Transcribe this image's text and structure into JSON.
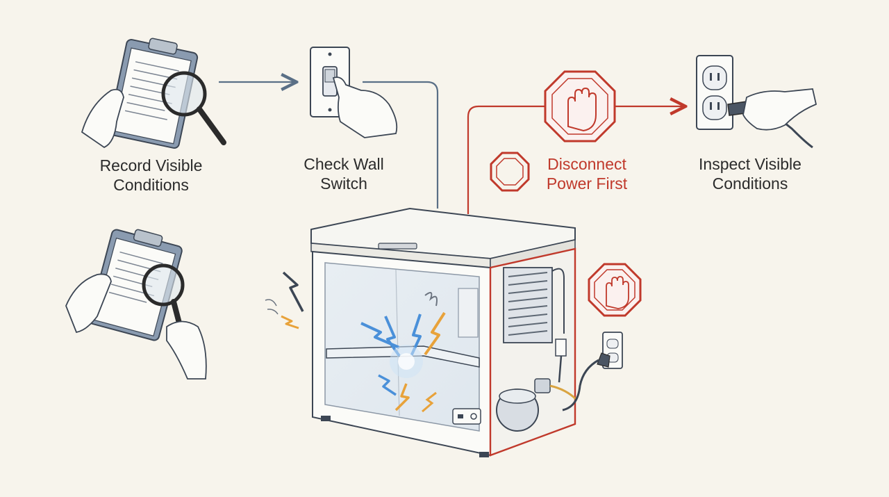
{
  "steps": [
    {
      "label": "Record Visible\nConditions",
      "icon": "clipboard-magnifier-icon"
    },
    {
      "label": "Check Wall\nSwitch",
      "icon": "wall-switch-icon"
    },
    {
      "label": "Disconnect\nPower First",
      "icon": "stop-hand-icon"
    },
    {
      "label": "Inspect Visible\nConditions",
      "icon": "outlet-plug-icon"
    }
  ],
  "colors": {
    "background": "#f7f4ec",
    "ink": "#2b2b2b",
    "warning_red": "#c0392b",
    "connector_blue": "#5a6f86",
    "spark_blue": "#4a90d9",
    "spark_orange": "#e8a23a"
  },
  "icons": [
    "clipboard-magnifier-icon",
    "wall-switch-icon",
    "stop-hand-icon",
    "outlet-plug-icon",
    "chest-freezer-icon",
    "electrical-spark-icon",
    "stop-octagon-icon",
    "compressor-icon",
    "condenser-coil-icon"
  ]
}
